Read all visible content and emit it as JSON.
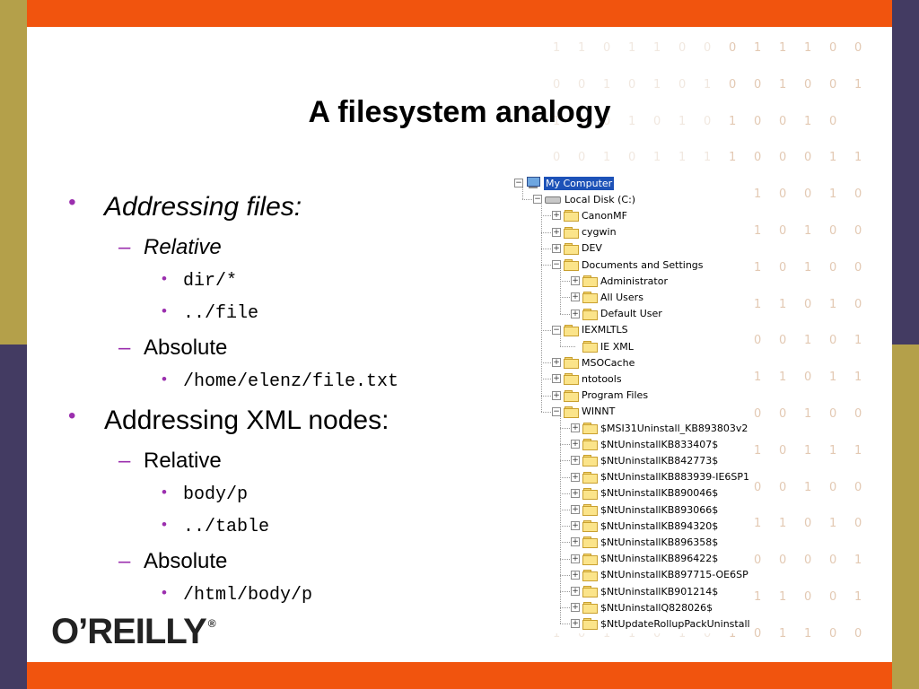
{
  "slide": {
    "title": "A filesystem analogy",
    "bullets": [
      {
        "text": "Addressing files:",
        "italic": true,
        "subs": [
          {
            "text": "Relative",
            "italic": true,
            "items": [
              "dir/*",
              "../file"
            ]
          },
          {
            "text": "Absolute",
            "italic": false,
            "items": [
              "/home/elenz/file.txt"
            ]
          }
        ]
      },
      {
        "text": "Addressing XML nodes:",
        "italic": false,
        "subs": [
          {
            "text": "Relative",
            "italic": false,
            "items": [
              "body/p",
              "../table"
            ]
          },
          {
            "text": "Absolute",
            "italic": false,
            "items": [
              "/html/body/p"
            ]
          }
        ]
      }
    ],
    "logo": {
      "text": "O’REILLY",
      "mark": "®"
    },
    "bullet_glyphs": {
      "level1": "•",
      "level2": "–",
      "level3": "•"
    }
  },
  "colors": {
    "top_bottom_bars": "#f1540e",
    "side_olive": "#b4a04a",
    "side_navy": "#433b62",
    "bullet_accent": "#9b2fae",
    "selection": "#1d52b8"
  },
  "background_binary": [
    "1 1 0 1 1 0 0 0 1 1 1 0 0",
    "0 0 1 0 1 0 1 0 0 1 0 0 1",
    "1 1 0 1 0 1 0 1 0 0 1 0",
    "0 0 1 0 1 1 1 1 0 0 0 1 1",
    "1 1 0 1 0 0 1 0 1 0 0 1 0",
    "0 1 1 0 0 1 0 1 1 0 1 0 0",
    "1 0 0 1 1 0 0 1 1 0 1 0 0",
    "0 1 0 1 0 0 0 0 1 1 0 1 0",
    "1 0 1 0 1 1 0 1 0 0 1 0 1",
    "0 1 1 0 0 0 0 0 1 1 0 1 1",
    "1 0 0 1 1 1 1 0 0 0 1 0 0",
    "0 1 0 1 0 1 0 1 1 0 1 1 1",
    "1 0 1 0 0 0 1 0 0 0 1 0 0",
    "0 1 0 1 1 1 0 1 1 1 0 1 0",
    "1 0 1 0 0 1 0 1 0 0 0 0 1",
    "0 1 0 1 1 0 1 0 1 1 0 0 1",
    "1 0 1 1 0 1 0 1 0 1 1 0 0"
  ],
  "explorer": {
    "nodes": [
      {
        "label": "My Computer",
        "level": 0,
        "icon": "computer-icon",
        "expander": "minus",
        "selected": true
      },
      {
        "label": "Local Disk (C:)",
        "level": 1,
        "icon": "drive-icon",
        "expander": "minus"
      },
      {
        "label": "CanonMF",
        "level": 2,
        "icon": "folder-icon",
        "expander": "plus"
      },
      {
        "label": "cygwin",
        "level": 2,
        "icon": "folder-icon",
        "expander": "plus"
      },
      {
        "label": "DEV",
        "level": 2,
        "icon": "folder-icon",
        "expander": "plus"
      },
      {
        "label": "Documents and Settings",
        "level": 2,
        "icon": "folder-icon",
        "expander": "minus"
      },
      {
        "label": "Administrator",
        "level": 3,
        "icon": "folder-icon",
        "expander": "plus"
      },
      {
        "label": "All Users",
        "level": 3,
        "icon": "folder-icon",
        "expander": "plus"
      },
      {
        "label": "Default User",
        "level": 3,
        "icon": "folder-icon",
        "expander": "plus"
      },
      {
        "label": "IEXMLTLS",
        "level": 2,
        "icon": "folder-icon",
        "expander": "minus"
      },
      {
        "label": "IE XML",
        "level": 3,
        "icon": "folder-icon",
        "expander": "none"
      },
      {
        "label": "MSOCache",
        "level": 2,
        "icon": "folder-icon",
        "expander": "plus"
      },
      {
        "label": "ntotools",
        "level": 2,
        "icon": "folder-icon",
        "expander": "plus"
      },
      {
        "label": "Program Files",
        "level": 2,
        "icon": "folder-icon",
        "expander": "plus"
      },
      {
        "label": "WINNT",
        "level": 2,
        "icon": "folder-icon",
        "expander": "minus"
      },
      {
        "label": "$MSI31Uninstall_KB893803v2",
        "level": 3,
        "icon": "folder-icon",
        "expander": "plus"
      },
      {
        "label": "$NtUninstallKB833407$",
        "level": 3,
        "icon": "folder-icon",
        "expander": "plus"
      },
      {
        "label": "$NtUninstallKB842773$",
        "level": 3,
        "icon": "folder-icon",
        "expander": "plus"
      },
      {
        "label": "$NtUninstallKB883939-IE6SP1",
        "level": 3,
        "icon": "folder-icon",
        "expander": "plus"
      },
      {
        "label": "$NtUninstallKB890046$",
        "level": 3,
        "icon": "folder-icon",
        "expander": "plus"
      },
      {
        "label": "$NtUninstallKB893066$",
        "level": 3,
        "icon": "folder-icon",
        "expander": "plus"
      },
      {
        "label": "$NtUninstallKB894320$",
        "level": 3,
        "icon": "folder-icon",
        "expander": "plus"
      },
      {
        "label": "$NtUninstallKB896358$",
        "level": 3,
        "icon": "folder-icon",
        "expander": "plus"
      },
      {
        "label": "$NtUninstallKB896422$",
        "level": 3,
        "icon": "folder-icon",
        "expander": "plus"
      },
      {
        "label": "$NtUninstallKB897715-OE6SP",
        "level": 3,
        "icon": "folder-icon",
        "expander": "plus"
      },
      {
        "label": "$NtUninstallKB901214$",
        "level": 3,
        "icon": "folder-icon",
        "expander": "plus"
      },
      {
        "label": "$NtUninstallQ828026$",
        "level": 3,
        "icon": "folder-icon",
        "expander": "plus"
      },
      {
        "label": "$NtUpdateRollupPackUninstall",
        "level": 3,
        "icon": "folder-icon",
        "expander": "plus"
      }
    ]
  }
}
